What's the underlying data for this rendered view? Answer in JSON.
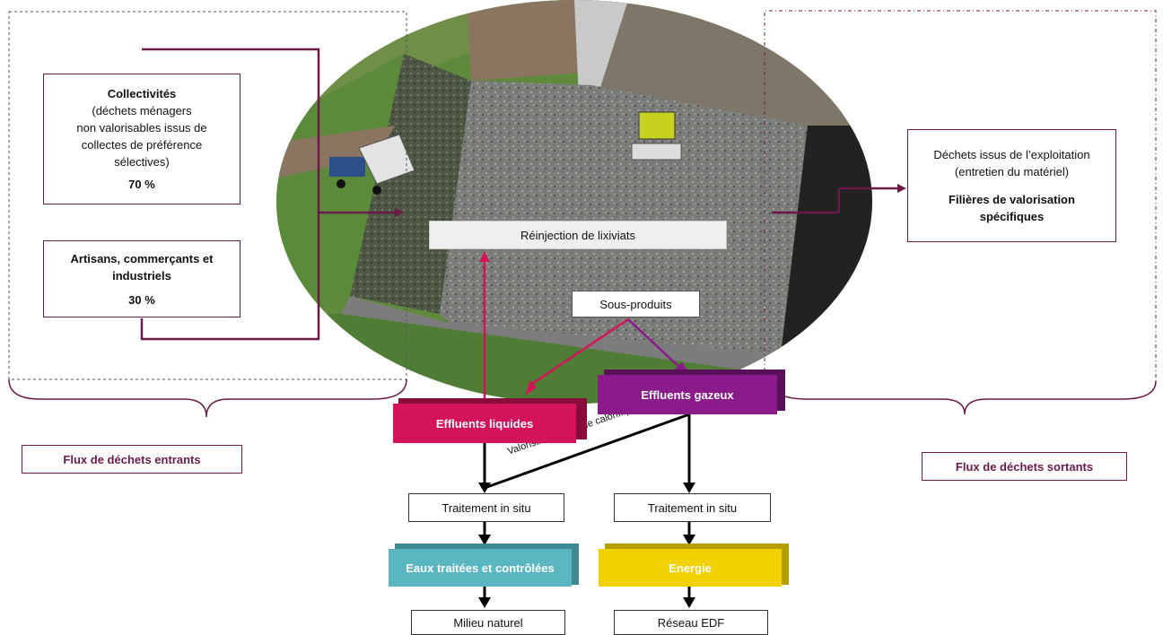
{
  "inputs": {
    "collectivites": {
      "title": "Collectivités",
      "line1": "(déchets ménagers",
      "line2": "non valorisables issus de",
      "line3": "collectes de préférence",
      "line4": "sélectives)",
      "percent": "70 %"
    },
    "artisans": {
      "line1": "Artisans, commerçants et",
      "line2": "industriels",
      "percent": "30 %"
    },
    "flow_label": "Flux de déchets entrants"
  },
  "outputs": {
    "line1": "Déchets issus de l’exploitation",
    "line2": "(entretien du matériel)",
    "bold1": "Filières de valorisation",
    "bold2": "spécifiques",
    "flow_label": "Flux de déchets sortants"
  },
  "center": {
    "reinjection": "Réinjection de lixiviats",
    "sous_produits": "Sous-produits",
    "effluents_liquides": "Effluents liquides",
    "effluents_gazeux": "Effluents gazeux",
    "valorisation": "Valorisation (énergie calorifique)"
  },
  "liquid_chain": {
    "treatment": "Traitement in situ",
    "treated": "Eaux traitées et contrôlées",
    "destination": "Milieu naturel"
  },
  "gas_chain": {
    "treatment": "Traitement in situ",
    "energy": "Energie",
    "destination": "Réseau EDF"
  },
  "colors": {
    "maroon": "#6b1a48",
    "liquid": "#d4145a",
    "gas": "#8b1a8a",
    "water": "#5ab7c2",
    "energy": "#f2d100"
  }
}
